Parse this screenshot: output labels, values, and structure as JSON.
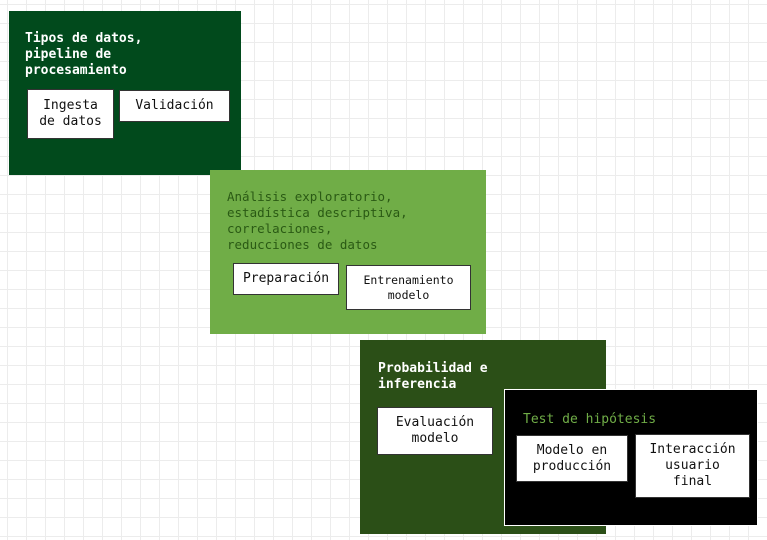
{
  "colors": {
    "stage1_bg": "#014a1c",
    "stage2_bg": "#70ad47",
    "stage3_bg": "#2b4f17",
    "stage4_bg": "#000000",
    "stage2_title": "#2a5a14",
    "stage4_title": "#70ad47",
    "card_bg": "#ffffff"
  },
  "stages": [
    {
      "title": "Tipos de datos,\npipeline de\nprocesamiento",
      "steps": [
        "Ingesta\nde datos",
        "Validación"
      ]
    },
    {
      "title": "Análisis exploratorio,\nestadística descriptiva,\ncorrelaciones,\nreducciones de datos",
      "steps": [
        "Preparación",
        "Entrenamiento\nmodelo"
      ]
    },
    {
      "title": "Probabilidad e\ninferencia",
      "steps": [
        "Evaluación\nmodelo"
      ]
    },
    {
      "title": "Test de hipótesis",
      "steps": [
        "Modelo en\nproducción",
        "Interacción\nusuario\nfinal"
      ]
    }
  ]
}
